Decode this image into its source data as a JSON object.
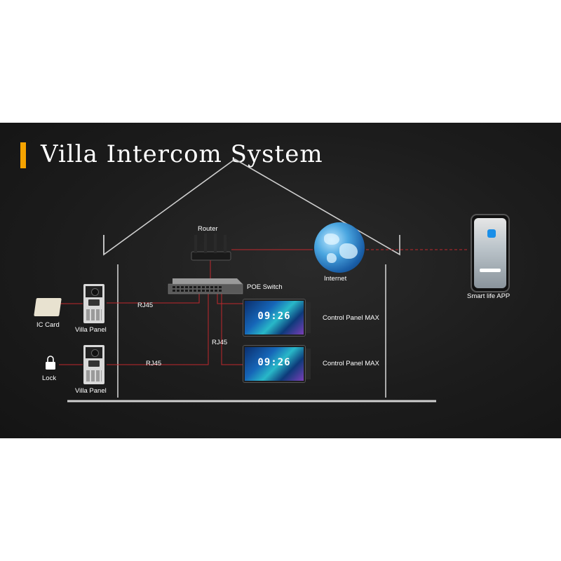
{
  "title": "Villa Intercom System",
  "colors": {
    "accent": "#f5a300",
    "house_outline": "#cfcfcf",
    "red_wire": "#c0282d",
    "background": "#1c1c1c"
  },
  "labels": {
    "router": "Router",
    "poe_switch": "POE Switch",
    "internet": "Internet",
    "smart_app": "Smart life APP",
    "ic_card": "IC Card",
    "lock": "Lock",
    "villa_panel_1": "Villa Panel",
    "villa_panel_2": "Villa Panel",
    "control_panel_1": "Control Panel MAX",
    "control_panel_2": "Control Panel MAX",
    "rj45_top": "RJ45",
    "rj45_mid": "RJ45",
    "rj45_bottom": "RJ45"
  },
  "screens": {
    "clock_1": "09:26",
    "clock_2": "09:26"
  },
  "icons": [
    "router-icon",
    "switch-icon",
    "globe-icon",
    "phone-icon",
    "door-panel-icon",
    "card-icon",
    "lock-icon",
    "monitor-icon"
  ]
}
